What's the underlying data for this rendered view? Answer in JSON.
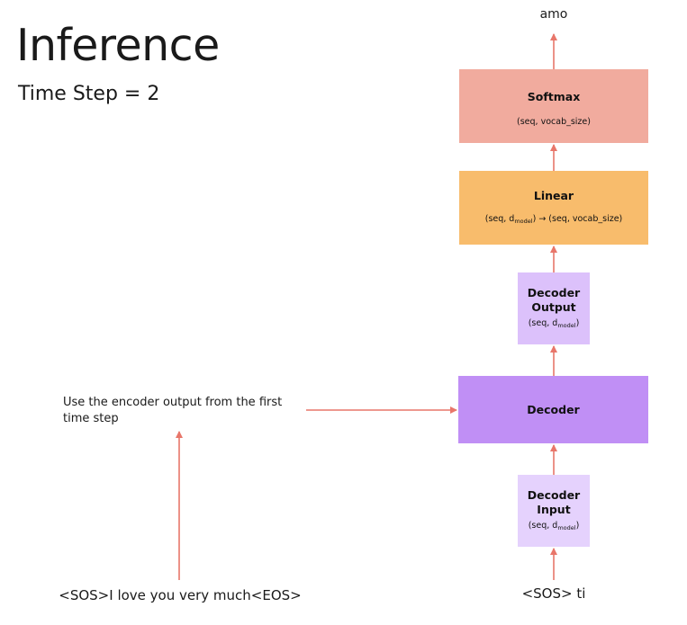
{
  "title": "Inference",
  "subtitle": "Time Step = 2",
  "output_token": "amo",
  "decoder_input_text": "<SOS> ti",
  "encoder_input_text": "<SOS>I love you very much<EOS>",
  "encoder_note": "Use the encoder output from the first time step",
  "blocks": {
    "softmax": {
      "name": "Softmax",
      "shape": "(seq, vocab_size)"
    },
    "linear": {
      "name": "Linear",
      "shape_prefix": "(seq, d",
      "shape_sub": "model",
      "shape_suffix": ") → (seq, vocab_size)"
    },
    "decoder_output": {
      "name_line1": "Decoder",
      "name_line2": "Output",
      "shape_prefix": "(seq, d",
      "shape_sub": "model",
      "shape_suffix": ")"
    },
    "decoder": {
      "name": "Decoder"
    },
    "decoder_input": {
      "name_line1": "Decoder",
      "name_line2": "Input",
      "shape_prefix": "(seq, d",
      "shape_sub": "model",
      "shape_suffix": ")"
    }
  },
  "colors": {
    "arrow": "#e8766a",
    "softmax": "#f1ab9e",
    "linear": "#f8bc6c",
    "decoder_output": "#dcc1fb",
    "decoder": "#c08ff5",
    "decoder_input": "#e5d2fd"
  }
}
